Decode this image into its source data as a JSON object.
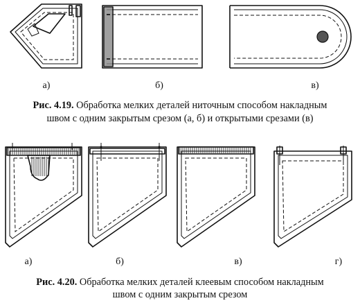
{
  "fig1": {
    "labels": [
      "а)",
      "б)",
      "в)"
    ],
    "caption_num": "Рис. 4.19.",
    "caption_line1": "Обработка мелких деталей ниточным способом накладным",
    "caption_line2": "швом с одним закрытым срезом (а, б) и открытыми срезами (в)"
  },
  "fig2": {
    "labels": [
      "а)",
      "б)",
      "в)",
      "г)"
    ],
    "caption_num": "Рис. 4.20.",
    "caption_line1": "Обработка мелких деталей клеевым способом накладным",
    "caption_line2": "швом с одним закрытым срезом"
  },
  "colors": {
    "ink": "#111111",
    "paper": "#ffffff",
    "dot": "#555555"
  }
}
